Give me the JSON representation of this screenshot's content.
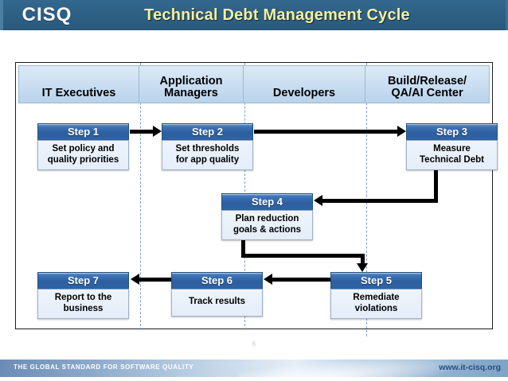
{
  "header": {
    "logo_text": "CISQ",
    "title": "Technical Debt Management Cycle",
    "title_color": "#f5efa0",
    "bar_color": "#2d5f84"
  },
  "diagram": {
    "lanes": [
      {
        "label": "IT Executives"
      },
      {
        "label": "Application\nManagers"
      },
      {
        "label": "Developers"
      },
      {
        "label": "Build/Release/\nQA/AI Center"
      }
    ],
    "steps": [
      {
        "id": "step-1",
        "title": "Step 1",
        "body": "Set policy and\nquality priorities",
        "lane": "IT Executives"
      },
      {
        "id": "step-2",
        "title": "Step 2",
        "body": "Set thresholds\nfor app quality",
        "lane": "Application Managers"
      },
      {
        "id": "step-3",
        "title": "Step 3",
        "body": "Measure\nTechnical Debt",
        "lane": "Build/Release/QA/AI Center"
      },
      {
        "id": "step-4",
        "title": "Step 4",
        "body": "Plan reduction\ngoals & actions",
        "lane": "Application Managers"
      },
      {
        "id": "step-5",
        "title": "Step 5",
        "body": "Remediate\nviolations",
        "lane": "Developers"
      },
      {
        "id": "step-6",
        "title": "Step 6",
        "body": "Track results",
        "lane": "Application Managers"
      },
      {
        "id": "step-7",
        "title": "Step 7",
        "body": "Report to the\nbusiness",
        "lane": "IT Executives"
      }
    ],
    "flow": [
      {
        "from": "Step 1",
        "to": "Step 2"
      },
      {
        "from": "Step 2",
        "to": "Step 3"
      },
      {
        "from": "Step 3",
        "to": "Step 4"
      },
      {
        "from": "Step 4",
        "to": "Step 5"
      },
      {
        "from": "Step 5",
        "to": "Step 6"
      },
      {
        "from": "Step 6",
        "to": "Step 7"
      }
    ],
    "step_header_color": "#2d5f9f",
    "step_body_color": "#e8f0fa",
    "lane_header_color": "#c8ddf1",
    "divider_color": "#7e9ec4"
  },
  "footer": {
    "page_number": "6",
    "tagline": "THE GLOBAL STANDARD FOR SOFTWARE QUALITY",
    "website": "www.it-cisq.org"
  }
}
